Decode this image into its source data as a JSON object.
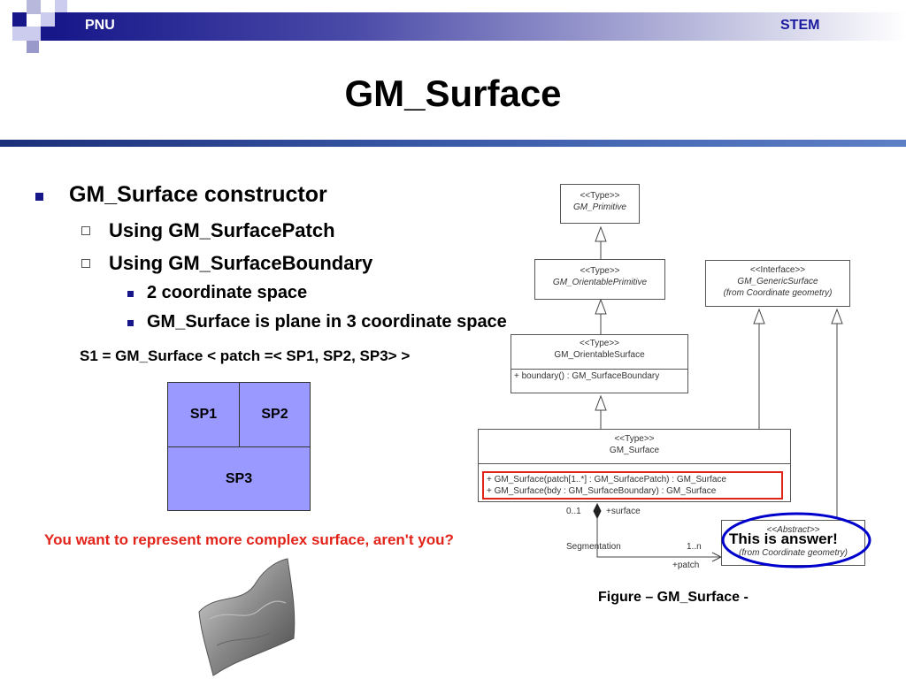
{
  "header": {
    "left_label": "PNU",
    "right_label": "STEM",
    "brand_color": "#17178a"
  },
  "slide": {
    "title": "GM_Surface",
    "bullets": {
      "level1": "GM_Surface constructor",
      "level2": [
        "Using GM_SurfacePatch",
        "Using GM_SurfaceBoundary"
      ],
      "level3": [
        "2 coordinate space",
        "GM_Surface is plane in 3 coordinate space"
      ]
    },
    "formula": "S1 = GM_Surface < patch =< SP1, SP2, SP3> >",
    "patches": [
      "SP1",
      "SP2",
      "SP3"
    ],
    "patch_color": "#9999ff",
    "question": "You want to represent more complex surface, aren't you?",
    "caption": "Figure – GM_Surface -"
  },
  "diagram": {
    "primitive": {
      "stereotype": "<<Type>>",
      "name": "GM_Primitive"
    },
    "orientable_primitive": {
      "stereotype": "<<Type>>",
      "name": "GM_OrientablePrimitive"
    },
    "generic_surface": {
      "stereotype": "<<Interface>>",
      "name": "GM_GenericSurface",
      "source": "(from Coordinate geometry)"
    },
    "orientable_surface": {
      "stereotype": "<<Type>>",
      "name": "GM_OrientableSurface",
      "operation": "+ boundary() : GM_SurfaceBoundary"
    },
    "surface": {
      "stereotype": "<<Type>>",
      "name": "GM_Surface",
      "operations": [
        "+ GM_Surface(patch[1..*] : GM_SurfacePatch) : GM_Surface",
        "+ GM_Surface(bdy : GM_SurfaceBoundary) : GM_Surface"
      ]
    },
    "surface_patch": {
      "stereotype": "<<Abstract>>",
      "source": "(from Coordinate geometry)"
    },
    "assoc": {
      "left_multiplicity": "0..1",
      "left_role": "+surface",
      "name": "Segmentation",
      "right_multiplicity": "1..n",
      "right_role": "+patch"
    },
    "answer_label": "This is answer!",
    "highlight_color": "#e2231a",
    "circle_color": "#0000cc"
  }
}
